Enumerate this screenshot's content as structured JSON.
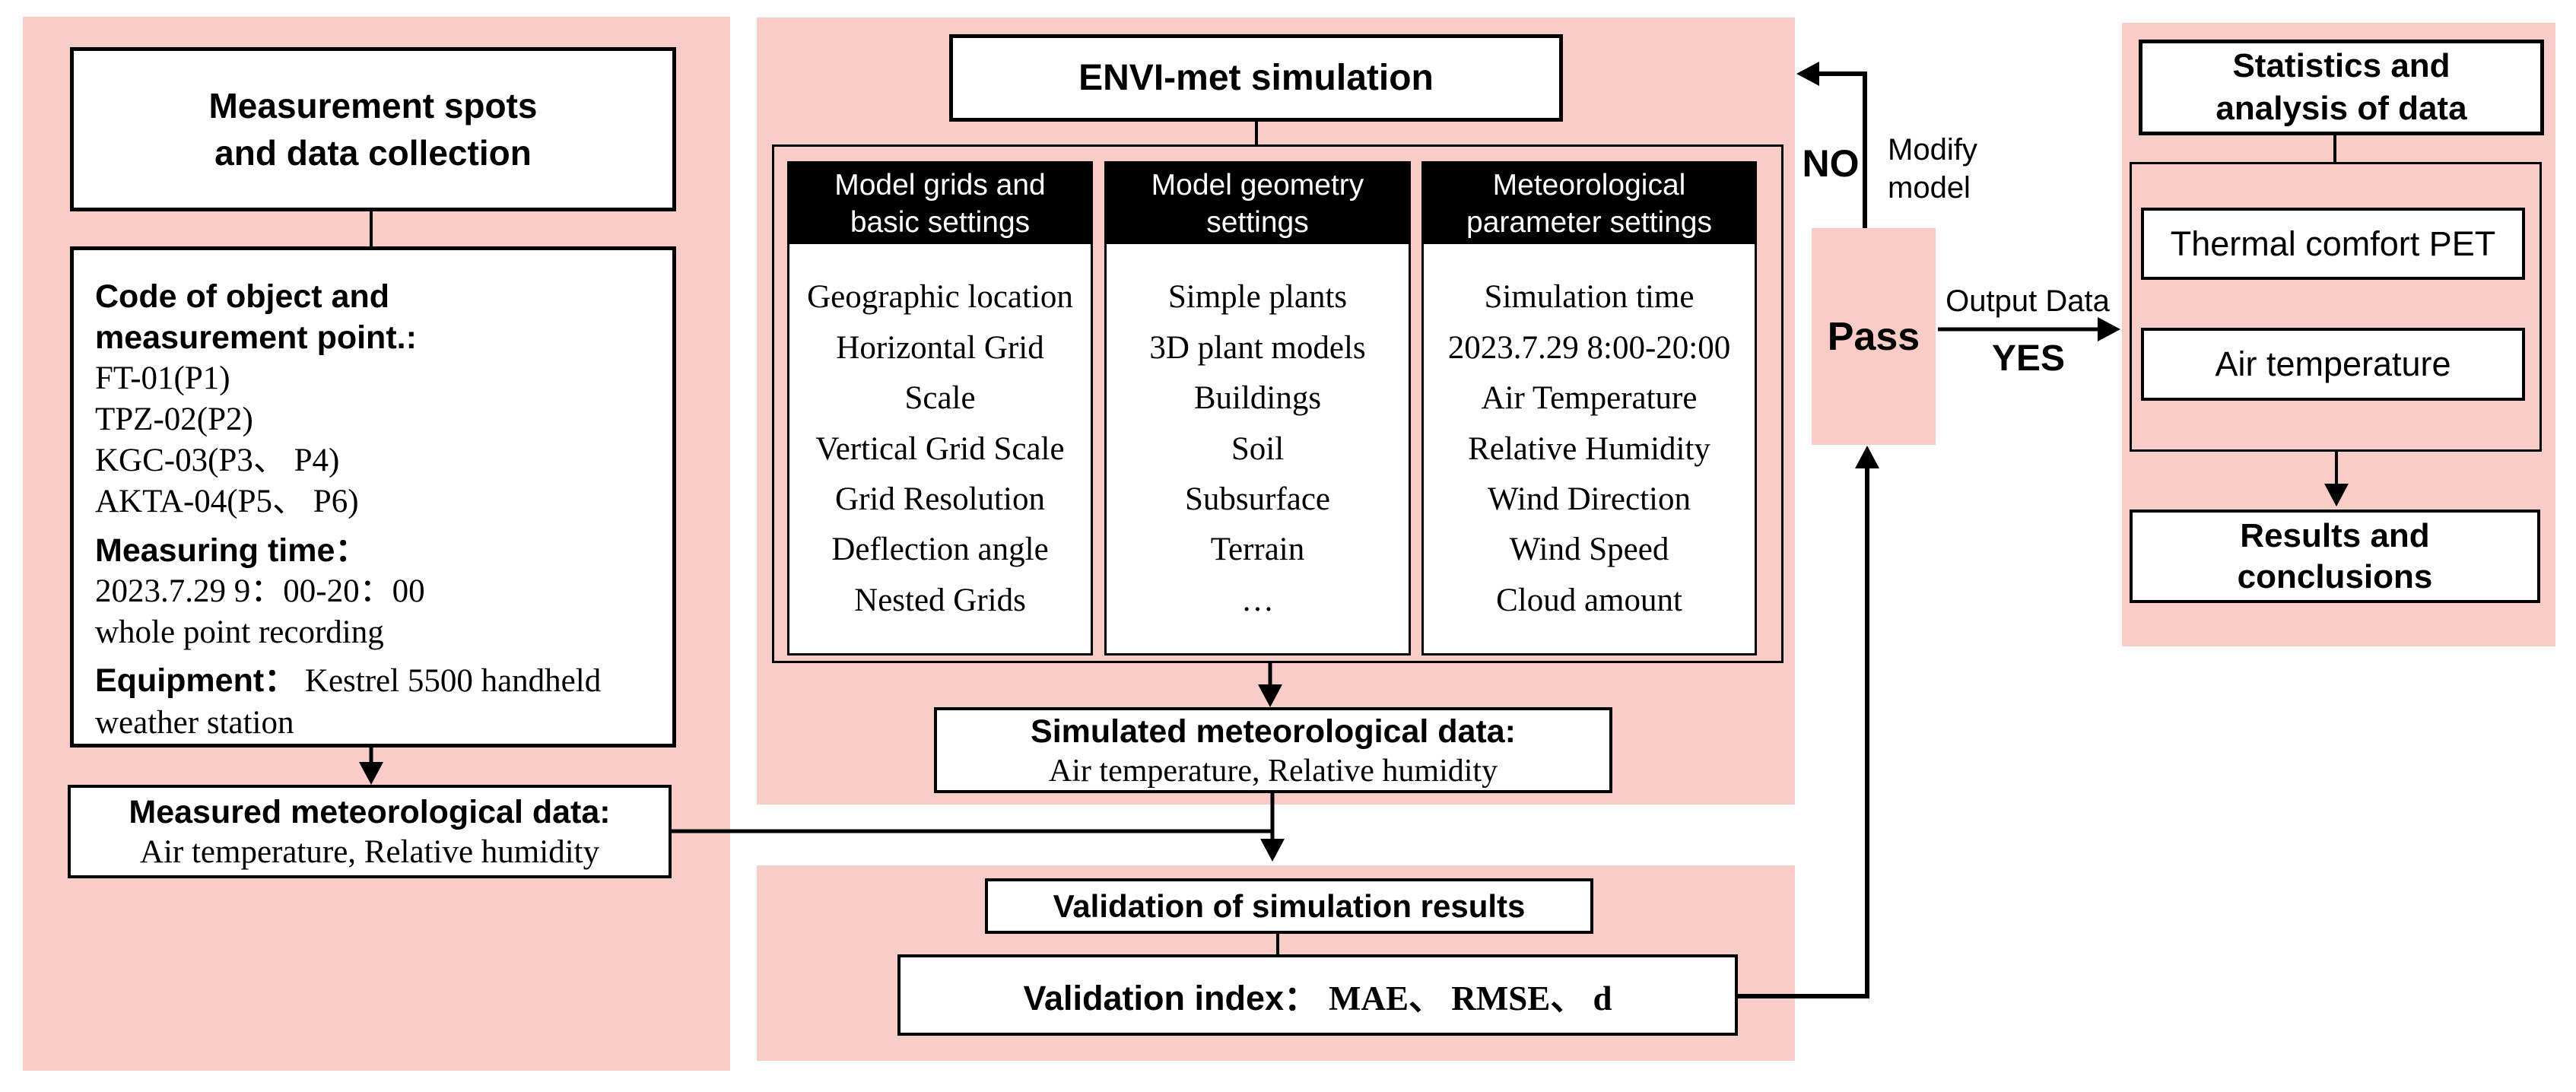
{
  "colors": {
    "panel_pink": "#f9cdc7",
    "border_black": "#000000",
    "box_white": "#ffffff",
    "header_bg": "#000000",
    "header_text": "#ffffff"
  },
  "left_panel": {
    "title_line1": "Measurement spots",
    "title_line2": "and data collection",
    "info_box": {
      "heading_line1": "Code of object and",
      "heading_line2": "measurement point.:",
      "codes": [
        "FT-01(P1)",
        "TPZ-02(P2)",
        "KGC-03(P3、 P4)",
        "AKTA-04(P5、 P6)"
      ],
      "time_heading": "Measuring time：",
      "time_value": "2023.7.29  9：00-20：00",
      "time_note": "whole point recording",
      "equipment_heading": "Equipment：",
      "equipment_value": " Kestrel 5500 handheld weather station"
    },
    "measured_box": {
      "title": "Measured meteorological data:",
      "subtitle": "Air temperature, Relative humidity"
    }
  },
  "envi_panel": {
    "title": "ENVI-met simulation",
    "columns": [
      {
        "header_line1": "Model grids and",
        "header_line2": "basic settings",
        "items": [
          "Geographic location",
          "Horizontal Grid",
          "Scale",
          "Vertical Grid Scale",
          "Grid Resolution",
          "Deflection angle",
          "Nested Grids"
        ]
      },
      {
        "header_line1": "Model geometry",
        "header_line2": "settings",
        "items": [
          "Simple plants",
          "3D plant models",
          "Buildings",
          "Soil",
          "Subsurface",
          "Terrain",
          "…"
        ]
      },
      {
        "header_line1": "Meteorological",
        "header_line2": "parameter settings",
        "items": [
          "Simulation time",
          "2023.7.29  8:00-20:00",
          "Air Temperature",
          "Relative Humidity",
          "Wind Direction",
          "Wind Speed",
          "Cloud amount"
        ]
      }
    ],
    "simulated_box": {
      "title": "Simulated meteorological data:",
      "subtitle": "Air temperature, Relative humidity"
    }
  },
  "validation_panel": {
    "title": "Validation of simulation results",
    "index_label": "Validation index：",
    "index_values": "MAE、 RMSE、 d"
  },
  "decision": {
    "no_label": "NO",
    "modify_line1": "Modify",
    "modify_line2": "model",
    "pass_label": "Pass",
    "output_label": "Output Data",
    "yes_label": "YES"
  },
  "right_panel": {
    "title_line1": "Statistics and",
    "title_line2": "analysis of data",
    "analysis_items": [
      "Thermal comfort PET",
      "Air temperature"
    ],
    "results_line1": "Results and",
    "results_line2": "conclusions"
  }
}
